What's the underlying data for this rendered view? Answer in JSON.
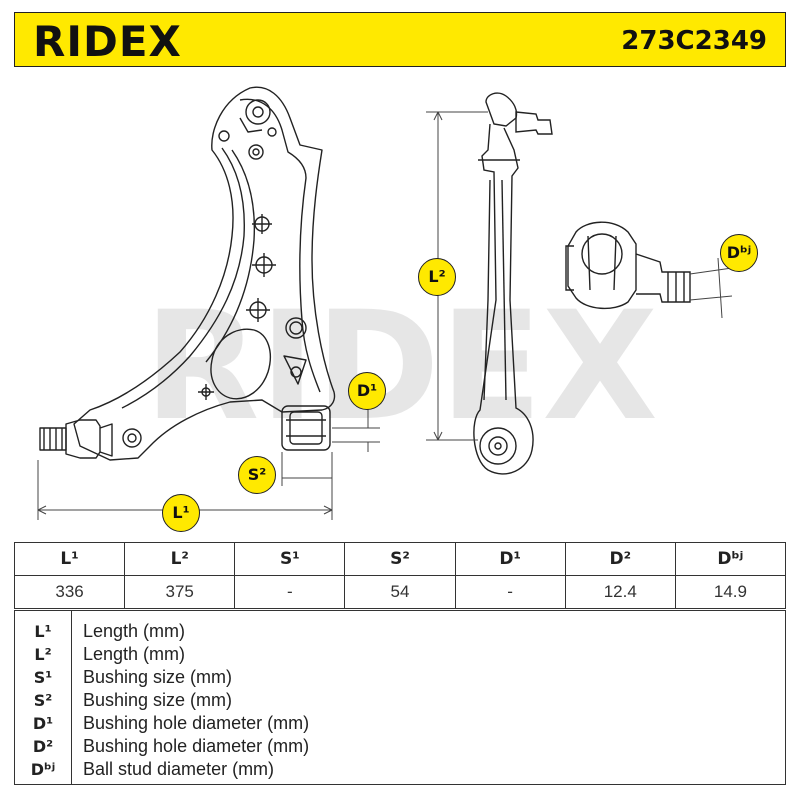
{
  "header": {
    "brand": "RIDEX",
    "part_number": "273C2349"
  },
  "watermark": "RIDEX",
  "callouts": {
    "l1": "L¹",
    "l2": "L²",
    "s2": "S²",
    "d1": "D¹",
    "dbj": "Dᵇʲ"
  },
  "spec_table": {
    "headers": [
      "L¹",
      "L²",
      "S¹",
      "S²",
      "D¹",
      "D²",
      "Dᵇʲ"
    ],
    "values": [
      "336",
      "375",
      "-",
      "54",
      "-",
      "12.4",
      "14.9"
    ]
  },
  "legend": [
    {
      "key": "L¹",
      "desc": "Length (mm)"
    },
    {
      "key": "L²",
      "desc": "Length (mm)"
    },
    {
      "key": "S¹",
      "desc": "Bushing size (mm)"
    },
    {
      "key": "S²",
      "desc": "Bushing size (mm)"
    },
    {
      "key": "D¹",
      "desc": "Bushing hole diameter (mm)"
    },
    {
      "key": "D²",
      "desc": "Bushing hole diameter (mm)"
    },
    {
      "key": "Dᵇʲ",
      "desc": "Ball stud diameter (mm)"
    }
  ],
  "colors": {
    "accent": "#ffe900",
    "line": "#222222",
    "watermark": "#e6e6e6"
  }
}
